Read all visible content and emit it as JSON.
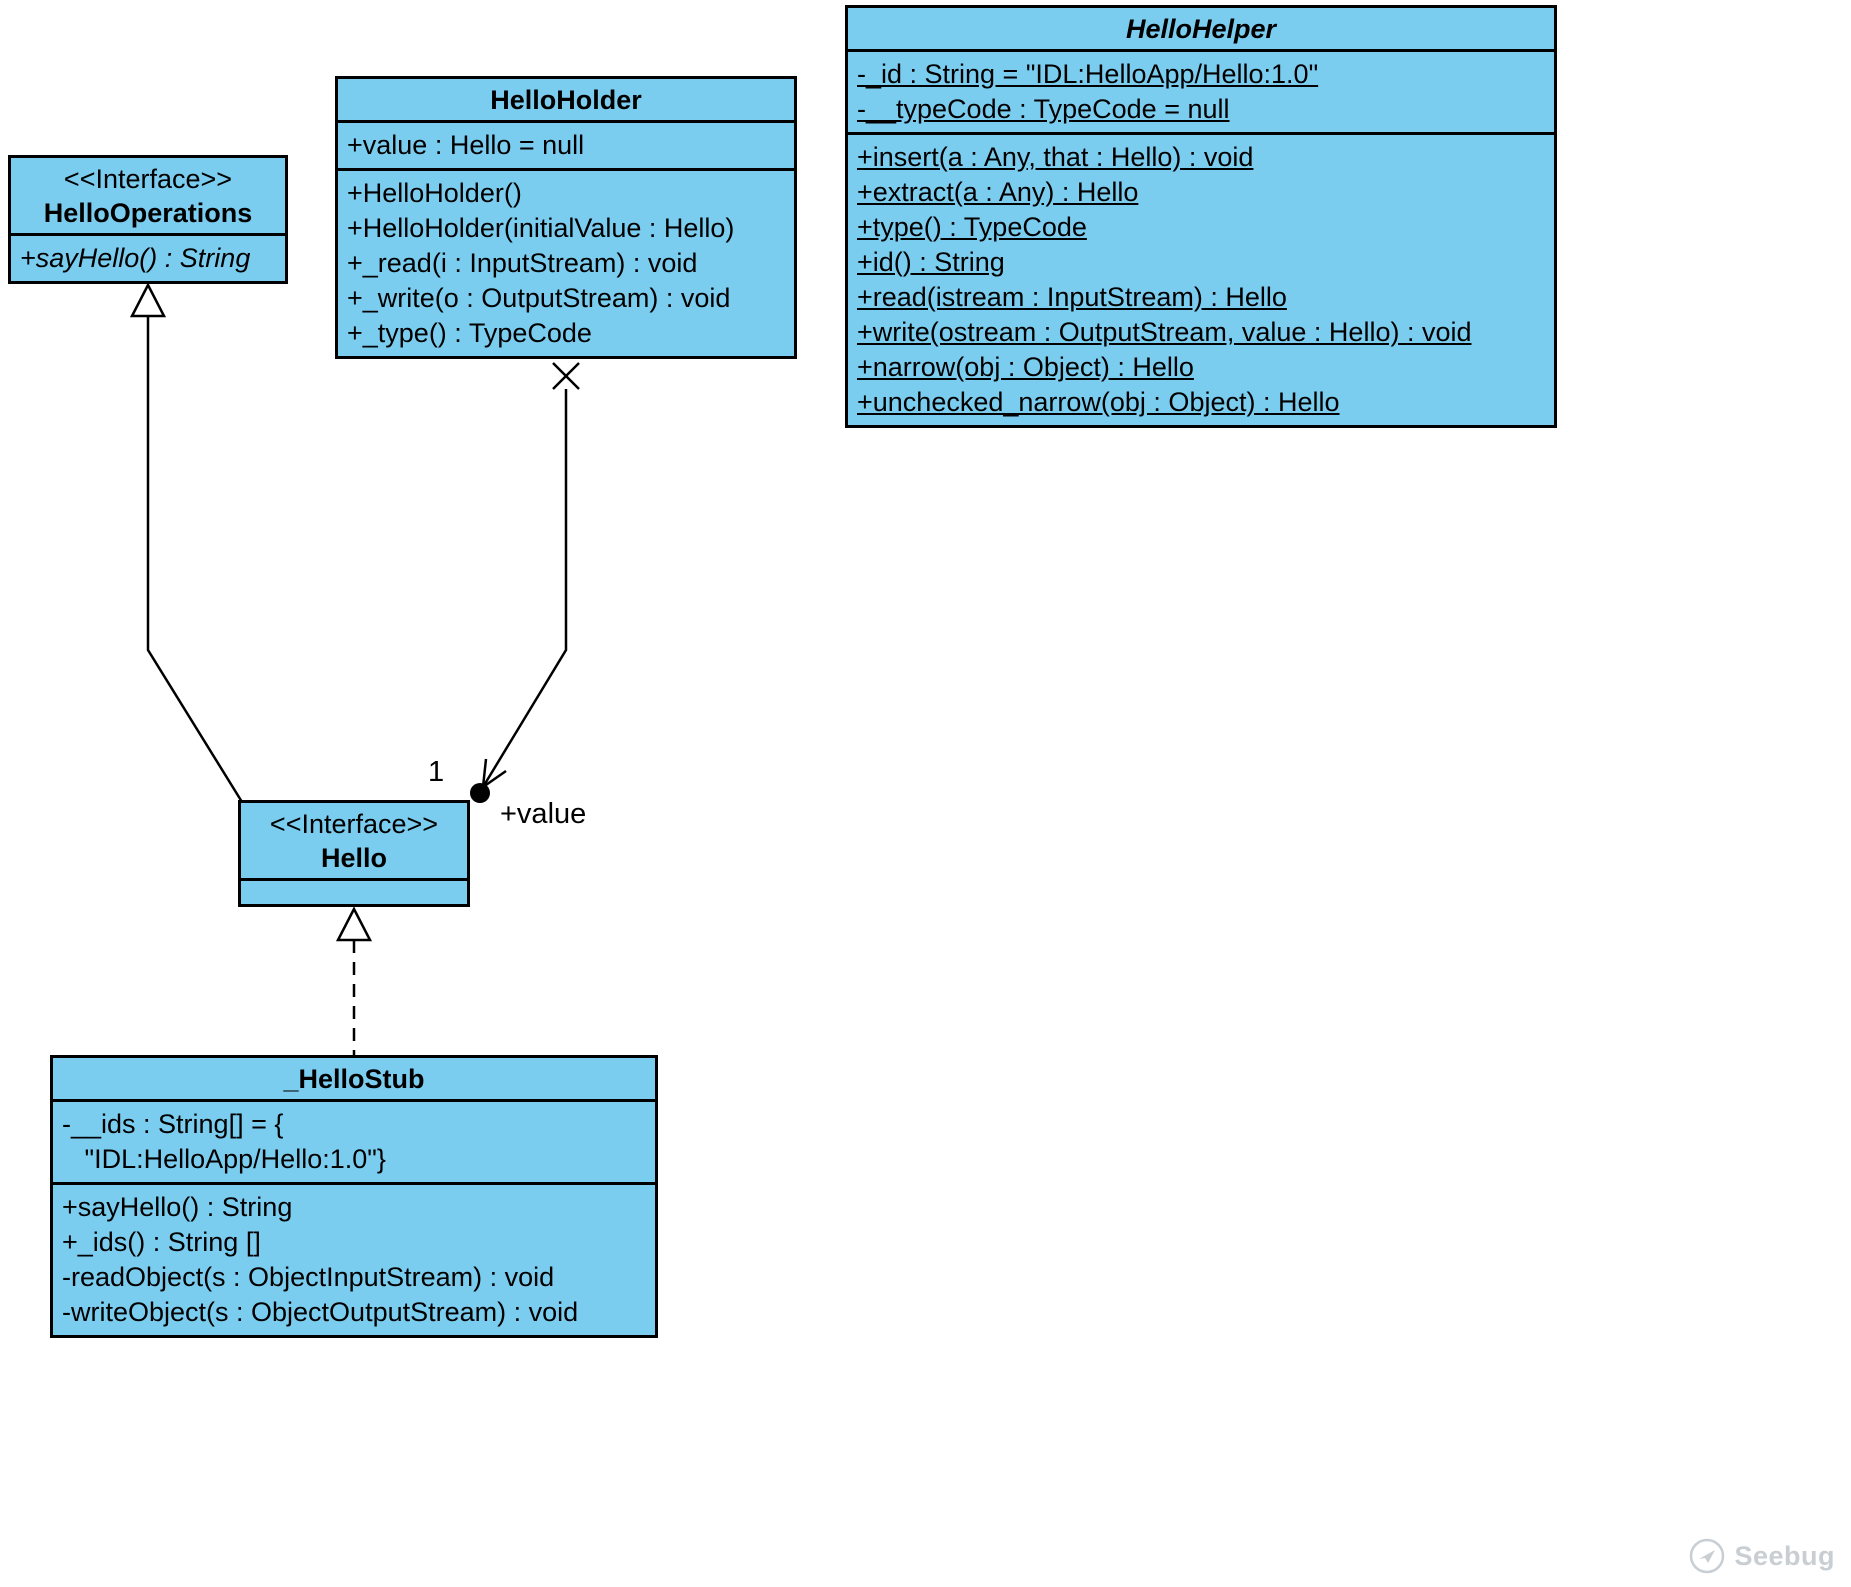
{
  "diagram": {
    "classes": {
      "helloOperations": {
        "stereotype": "<<Interface>>",
        "name": "HelloOperations",
        "attributes": [],
        "methods": [
          "+sayHello() : String"
        ]
      },
      "helloHolder": {
        "name": "HelloHolder",
        "attributes": [
          "+value : Hello = null"
        ],
        "methods": [
          "+HelloHolder()",
          "+HelloHolder(initialValue : Hello)",
          "+_read(i : InputStream) : void",
          "+_write(o : OutputStream) : void",
          "+_type() : TypeCode"
        ]
      },
      "helloHelper": {
        "name": "HelloHelper",
        "attributes": [
          "-_id : String = \"IDL:HelloApp/Hello:1.0\"",
          "-__typeCode : TypeCode = null"
        ],
        "methods": [
          "+insert(a : Any, that : Hello) : void",
          "+extract(a : Any) : Hello",
          "+type() : TypeCode",
          "+id() : String",
          "+read(istream : InputStream) : Hello",
          "+write(ostream : OutputStream, value : Hello) : void",
          "+narrow(obj : Object) : Hello",
          "+unchecked_narrow(obj : Object) : Hello"
        ]
      },
      "hello": {
        "stereotype": "<<Interface>>",
        "name": "Hello",
        "attributes": [],
        "methods": []
      },
      "helloStub": {
        "name": "_HelloStub",
        "attributes": [
          "-__ids : String[] = {",
          "   \"IDL:HelloApp/Hello:1.0\"}"
        ],
        "methods": [
          "+sayHello() : String",
          "+_ids() : String []",
          "-readObject(s : ObjectInputStream) : void",
          "-writeObject(s : ObjectOutputStream) : void"
        ]
      }
    },
    "edge_labels": {
      "value_multiplicity": "1",
      "value_role": "+value"
    },
    "watermark": "Seebug",
    "colors": {
      "class_fill": "#7bcdf0",
      "line": "#000000"
    }
  }
}
